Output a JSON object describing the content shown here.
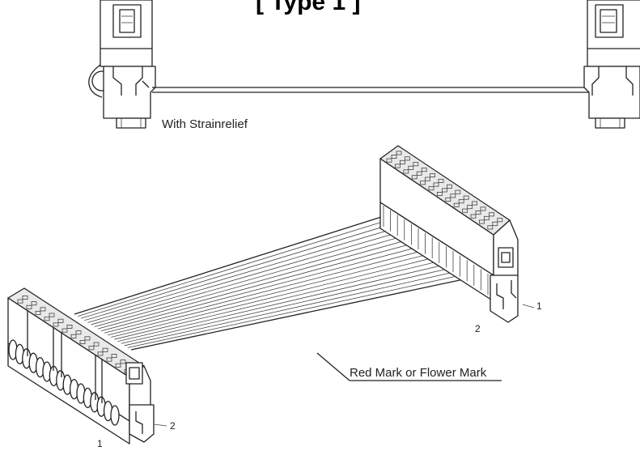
{
  "header": {
    "title": "[ Type 1 ]"
  },
  "labels": {
    "strain_relief": "With Strainrelief",
    "mark": "Red Mark or Flower Mark",
    "pin_1_right": "1",
    "pin_2_right": "2",
    "pin_2_left": "2",
    "pin_1_left": "1"
  }
}
